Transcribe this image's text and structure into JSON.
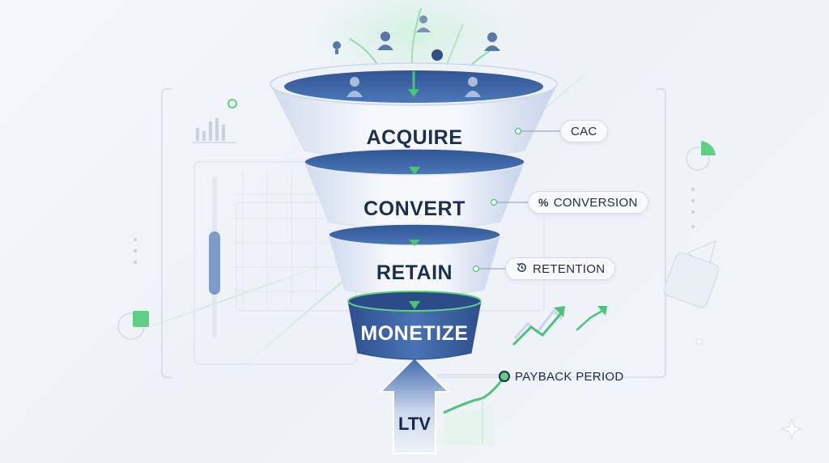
{
  "stages": [
    "ACQUIRE",
    "CONVERT",
    "RETAIN",
    "MONETIZE"
  ],
  "metrics": {
    "cac": "CAC",
    "conversion": "CONVERSION",
    "conversion_icon": "%",
    "retention": "RETENTION",
    "retention_icon": "history-icon",
    "payback": "PAYBACK PERIOD"
  },
  "ltv": "LTV",
  "colors": {
    "funnel_blue": "#3b66a8",
    "funnel_dark": "#2c4f8c",
    "accent_green": "#4cc27a",
    "text_navy": "#1c2f4f"
  }
}
